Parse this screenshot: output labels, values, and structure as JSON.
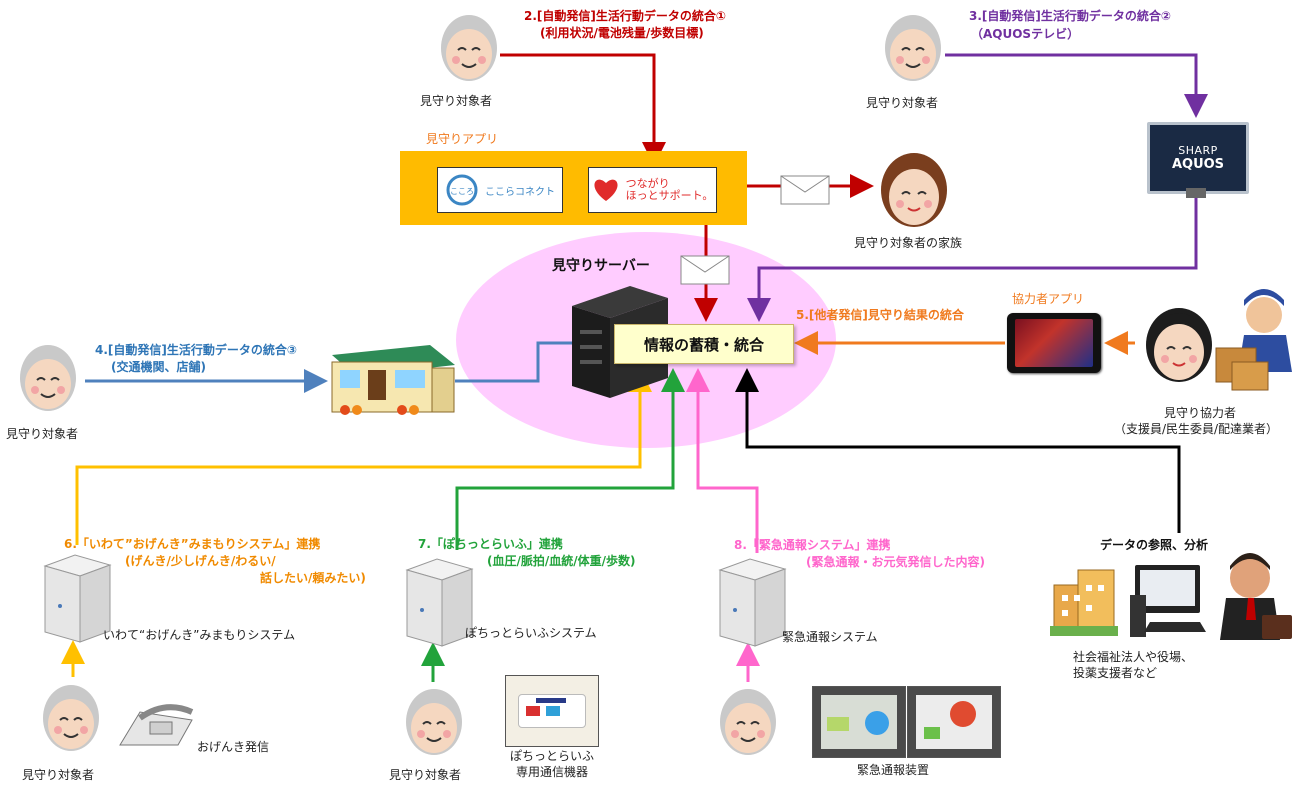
{
  "labels": {
    "person_top_center": "見守り対象者",
    "person_top_right": "見守り対象者",
    "person_left": "見守り対象者",
    "person_bottom_1": "見守り対象者",
    "person_bottom_2": "見守り対象者",
    "family": "見守り対象者の家族",
    "app_title": "見守りアプリ",
    "app1_logo": "ここらコネクト",
    "app2_logo_l1": "つながり",
    "app2_logo_l2": "ほっとサポート。",
    "server": "見守りサーバー",
    "hub": "情報の蓄積・統合",
    "tv_brand1": "SHARP",
    "tv_brand2": "AQUOS",
    "helper_app": "協力者アプリ",
    "helper_l1": "見守り協力者",
    "helper_l2": "（支援員/民生委員/配達業者）",
    "data_ref": "データの参照、分析",
    "org_l1": "社会福祉法人や役場、",
    "org_l2": "投薬支援者など",
    "iwate_system": "いわて“おげんき”みまもりシステム",
    "pochi_system": "ぽちっとらいふシステム",
    "emergency_system": "緊急通報システム",
    "ogenki_phone": "おげんき発信",
    "pochi_device_l1": "ぽちっとらいふ",
    "pochi_device_l2": "専用通信機器",
    "emergency_device": "緊急通報装置"
  },
  "flows": {
    "f2_l1": "2.[自動発信]生活行動データの統合①",
    "f2_l2": "(利用状況/電池残量/歩数目標)",
    "f3_l1": "3.[自動発信]生活行動データの統合②",
    "f3_l2": "（AQUOSテレビ）",
    "f4_l1": "4.[自動発信]生活行動データの統合③",
    "f4_l2": "(交通機関、店舗)",
    "f5": "5.[他者発信]見守り結果の統合",
    "f6_l1": "6.「いわて”おげんき”みまもりシステム」連携",
    "f6_l2": "(げんき/少しげんき/わるい/",
    "f6_l3": "話したい/頼みたい)",
    "f7_l1": "7.「ぽちっとらいふ」連携",
    "f7_l2": "(血圧/脈拍/血統/体重/歩数)",
    "f8_l1": "8.「緊急通報システム」連携",
    "f8_l2": "(緊急通報・お元気発信した内容)"
  },
  "colors": {
    "red": "#c00000",
    "purple": "#7030a0",
    "blue": "#4f81bd",
    "orange": "#f07a1e",
    "yellow": "#ffc000",
    "green": "#22a33b",
    "pink": "#ff66cc",
    "black": "#000000",
    "app_bar": "#ffbb00",
    "hub_fill": "#ffffcc",
    "server_ellipse": "#ffccff"
  }
}
